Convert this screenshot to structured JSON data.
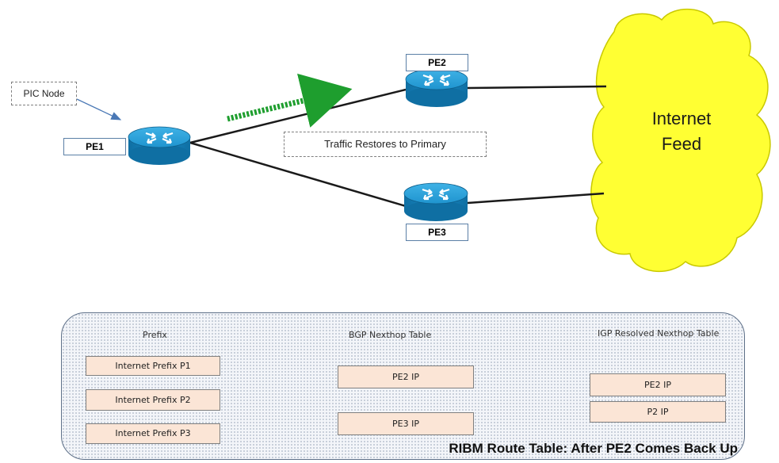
{
  "nodes": {
    "pic_node": "PIC Node",
    "pe1": "PE1",
    "pe2": "PE2",
    "pe3": "PE3"
  },
  "traffic_note": "Traffic Restores to Primary",
  "cloud": {
    "line1": "Internet",
    "line2": "Feed"
  },
  "ribm": {
    "headers": {
      "prefix": "Prefix",
      "bgp": "BGP Nexthop Table",
      "igp": "IGP Resolved Nexthop  Table"
    },
    "prefixes": [
      "Internet Prefix P1",
      "Internet Prefix P2",
      "Internet Prefix P3"
    ],
    "bgp_nexthops": [
      "PE2 IP",
      "PE3 IP"
    ],
    "igp_nexthops": [
      "PE2 IP",
      "P2 IP"
    ],
    "caption": "RIBM Route Table: After PE2 Comes Back Up"
  },
  "colors": {
    "router_blue": "#1a8cc8",
    "cloud_yellow": "#ffff33",
    "traffic_arrow_green": "#1e9e2e",
    "box_fill": "#fbe5d6"
  }
}
